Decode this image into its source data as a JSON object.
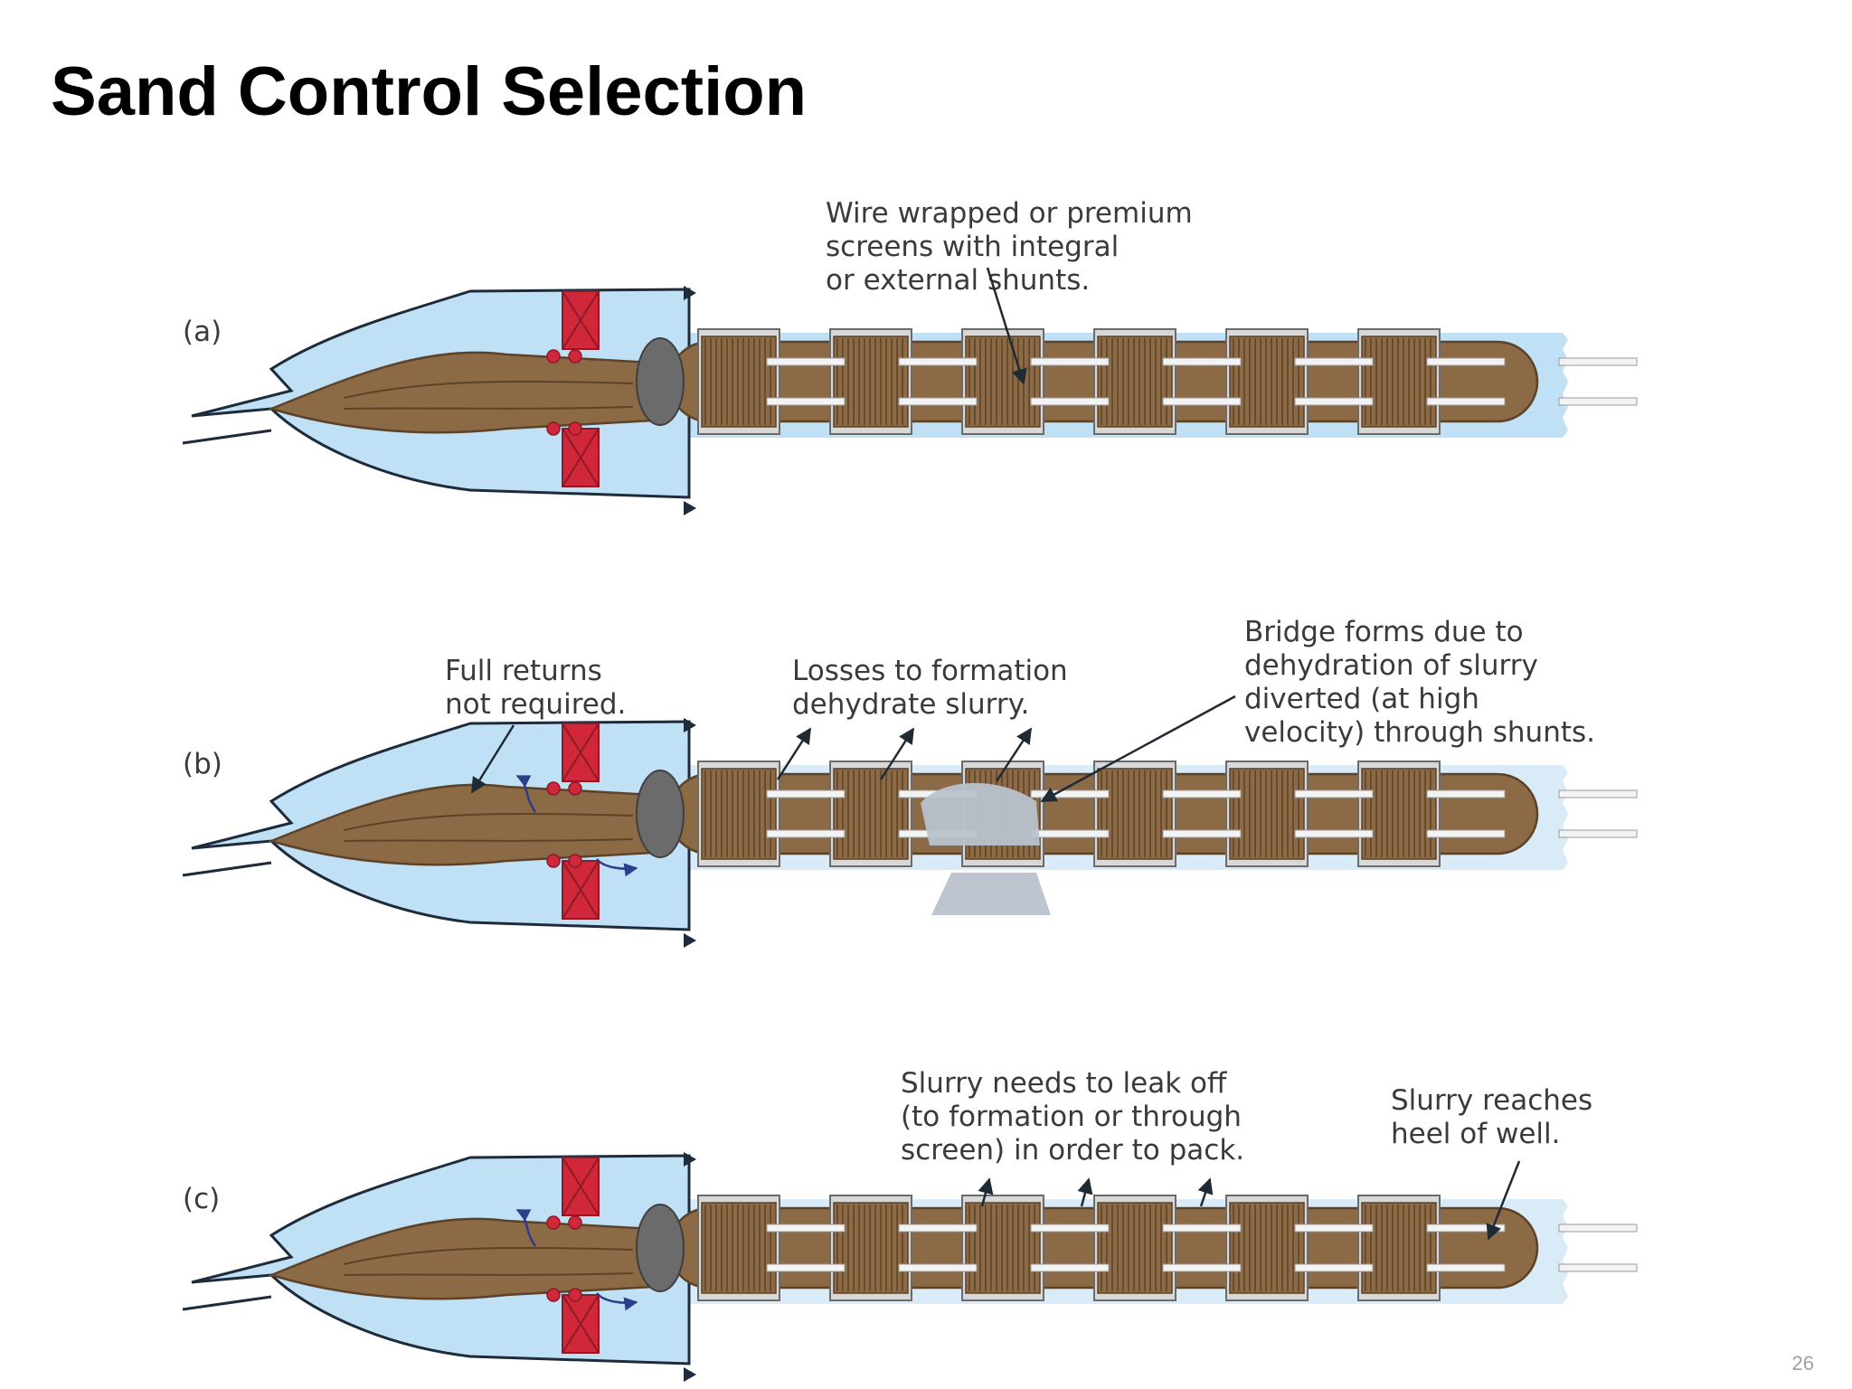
{
  "slide": {
    "title": "Sand Control Selection",
    "page_number": "26"
  },
  "colors": {
    "fluid": "#bfe0f5",
    "formation_outline": "#1d2b3a",
    "pipe": "#8b6a45",
    "pipe_dark": "#5c4229",
    "packer": "#d0283a",
    "crossover": "#6b6b6b",
    "arrow": "#2c3e8c",
    "sand": "#b9c2cc"
  },
  "panels": [
    {
      "label": "(a)",
      "callouts": [
        [
          "Wire wrapped or premium",
          "screens with integral",
          "or external shunts."
        ]
      ]
    },
    {
      "label": "(b)",
      "callouts": [
        [
          "Full returns",
          "not required."
        ],
        [
          "Losses to formation",
          "dehydrate slurry."
        ],
        [
          "Bridge forms due to",
          "dehydration of slurry",
          "diverted (at high",
          "velocity) through shunts."
        ]
      ]
    },
    {
      "label": "(c)",
      "callouts": [
        [
          "Slurry needs to leak off",
          "(to formation or through",
          "screen) in order to pack."
        ],
        [
          "Slurry reaches",
          "heel of well."
        ]
      ]
    }
  ]
}
